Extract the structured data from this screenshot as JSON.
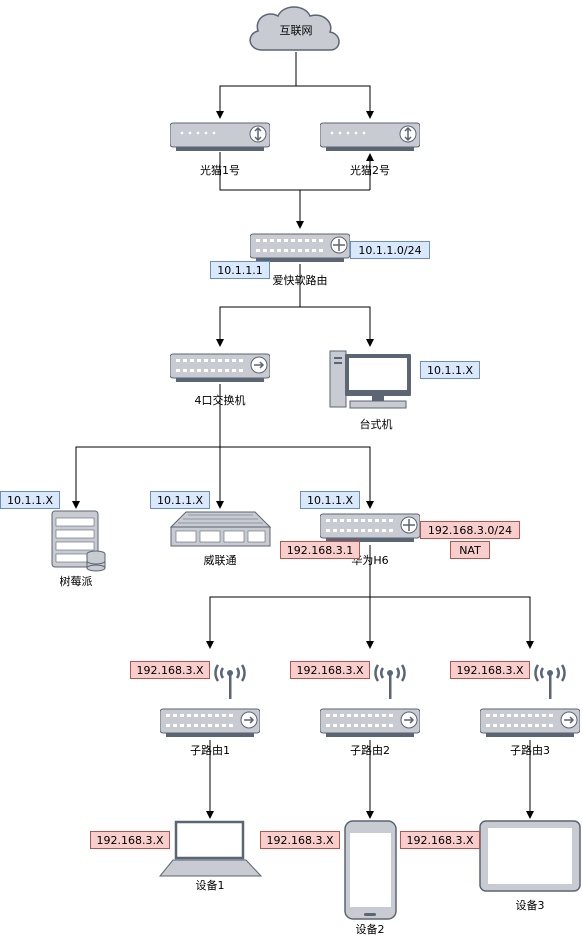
{
  "nodes": {
    "internet": "互联网",
    "modem1": "光猫1号",
    "modem2": "光猫2号",
    "ikuai_router": "爱快软路由",
    "switch4": "4口交换机",
    "desktop": "台式机",
    "raspberry_pi": "树莓派",
    "nas": "威联通",
    "huawei_h6": "华为H6",
    "subrouter1": "子路由1",
    "subrouter2": "子路由2",
    "subrouter3": "子路由3",
    "device1": "设备1",
    "device2": "设备2",
    "device3": "设备3"
  },
  "tags": {
    "router_lan_subnet": "10.1.1.0/24",
    "router_ip": "10.1.1.1",
    "desktop_ip": "10.1.1.X",
    "pi_ip": "10.1.1.X",
    "nas_ip": "10.1.1.X",
    "h6_wan_ip": "10.1.1.X",
    "h6_lan_ip": "192.168.3.1",
    "h6_subnet": "192.168.3.0/24",
    "h6_mode": "NAT",
    "sub1_ip": "192.168.3.X",
    "sub2_ip": "192.168.3.X",
    "sub3_ip": "192.168.3.X",
    "dev1_ip": "192.168.3.X",
    "dev2_ip": "192.168.3.X",
    "dev3_ip": "192.168.3.X"
  },
  "colors": {
    "blue_tag_fill": "#dae8fc",
    "blue_tag_stroke": "#6c8ebf",
    "red_tag_fill": "#f8cecc",
    "red_tag_stroke": "#b85450",
    "device_gray": "#c8ccd2",
    "device_dark": "#5b6573",
    "edge": "#000000"
  },
  "icons": {
    "internet": "cloud-icon",
    "modems": "modem-icon",
    "router": "router-icon",
    "switch": "switch-icon",
    "desktop": "desktop-computer-icon",
    "raspberry_pi": "server-database-icon",
    "nas": "rack-server-icon",
    "wifi_routers": "wireless-router-icon",
    "device1": "laptop-icon",
    "device2": "smartphone-icon",
    "device3": "tablet-icon"
  }
}
